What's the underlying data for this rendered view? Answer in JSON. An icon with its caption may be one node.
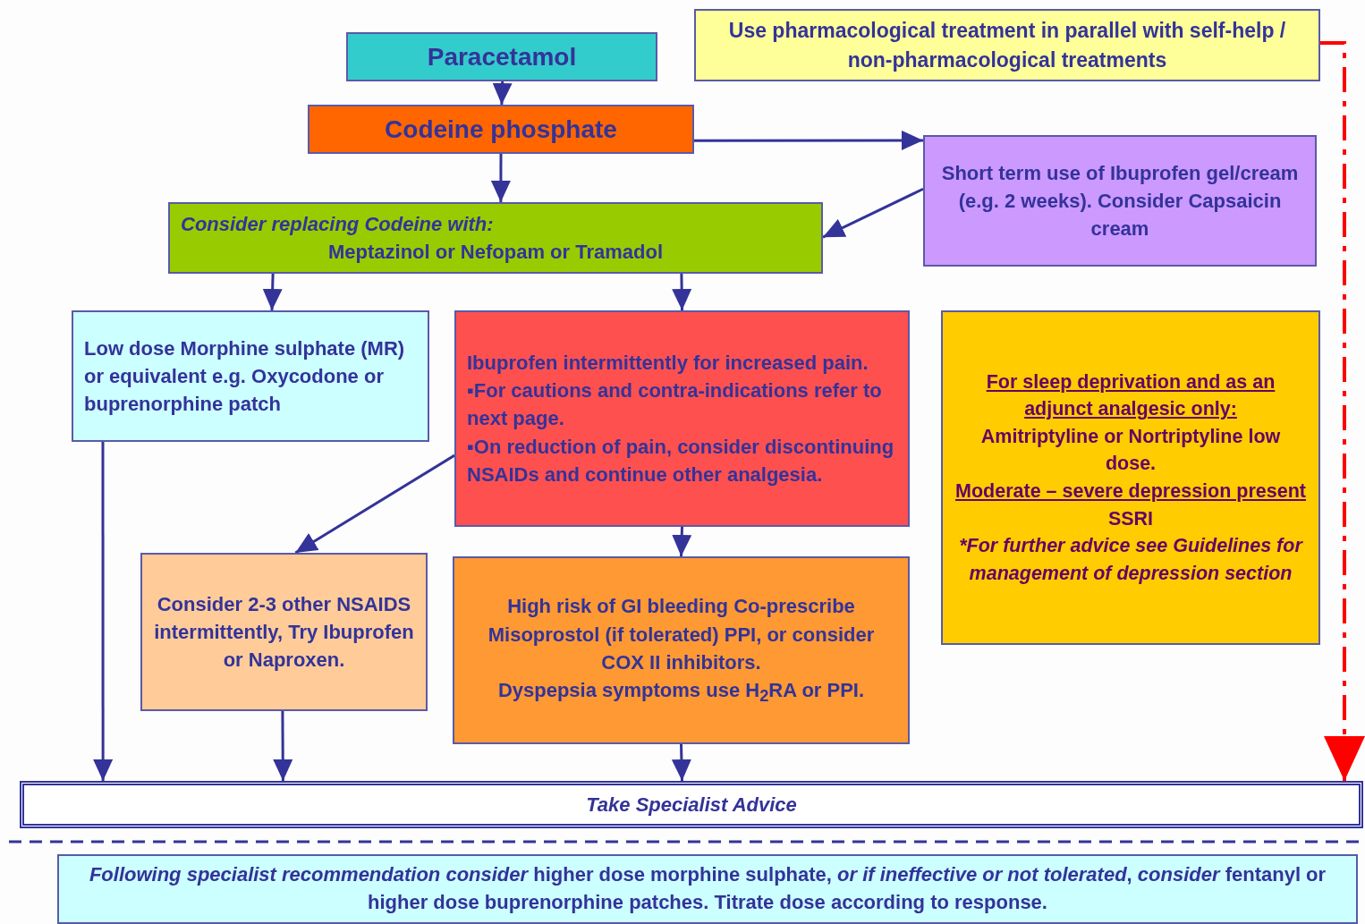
{
  "diagram": {
    "nodes": [
      {
        "text": [
          "Paracetamol"
        ]
      },
      {
        "text": [
          "Codeine phosphate"
        ]
      },
      {
        "text": [
          "Use pharmacological treatment in parallel with self-help / non-pharmacological treatments"
        ]
      },
      {
        "text": [
          "Short term use of Ibuprofen gel/cream (e.g. 2 weeks). Consider Capsaicin cream"
        ]
      },
      {
        "text": [
          "Consider replacing Codeine with:",
          "Meptazinol or Nefopam or Tramadol"
        ]
      },
      {
        "text": [
          "Low dose Morphine sulphate (MR) or equivalent e.g. Oxycodone  or buprenorphine patch"
        ]
      },
      {
        "text": [
          "Ibuprofen intermittently for increased pain.",
          "▪For cautions and contra-indications refer to next page.",
          "▪On reduction of pain, consider discontinuing NSAIDs and continue other analgesia."
        ]
      },
      {
        "text": [
          "For sleep deprivation and as an adjunct analgesic only:",
          "Amitriptyline or Nortriptyline low dose.",
          "Moderate – severe depression present",
          "SSRI",
          "*For further advice see Guidelines for management of depression section"
        ]
      },
      {
        "text": [
          "Consider 2-3 other NSAIDS intermittently, Try Ibuprofen or Naproxen."
        ]
      },
      {
        "text": [
          "High risk of GI bleeding Co-prescribe Misoprostol (if tolerated) PPI, or consider COX II inhibitors.",
          "Dyspepsia symptoms use H$_{2}$RA or PPI."
        ]
      },
      {
        "text": [
          "Take Specialist Advice"
        ]
      },
      {
        "text": [
          "*Following specialist recommendation consider* higher dose morphine sulphate, *or if ineffective or not tolerated*, *consider* fentanyl or higher dose buprenorphine patches. Titrate dose according to response."
        ]
      }
    ],
    "edges": [
      {
        "from": 0,
        "to": 1,
        "arrow": "to"
      },
      {
        "from": 1,
        "to": 4,
        "arrow": "to"
      },
      {
        "from": 1,
        "to": 3,
        "arrow": "to"
      },
      {
        "from": 3,
        "to": 4,
        "arrow": "to"
      },
      {
        "from": 4,
        "to": 5,
        "arrow": "to"
      },
      {
        "from": 4,
        "to": 6,
        "arrow": "to"
      },
      {
        "from": 6,
        "to": 8,
        "arrow": "to"
      },
      {
        "from": 6,
        "to": 9,
        "arrow": "to"
      },
      {
        "from": 5,
        "to": 10,
        "arrow": "to"
      },
      {
        "from": 8,
        "to": 10,
        "arrow": "to"
      },
      {
        "from": 9,
        "to": 10,
        "arrow": "to"
      },
      {
        "from": 2,
        "to": 10,
        "arrow": "to",
        "style": "dashed",
        "color": "#ff0000"
      }
    ]
  }
}
